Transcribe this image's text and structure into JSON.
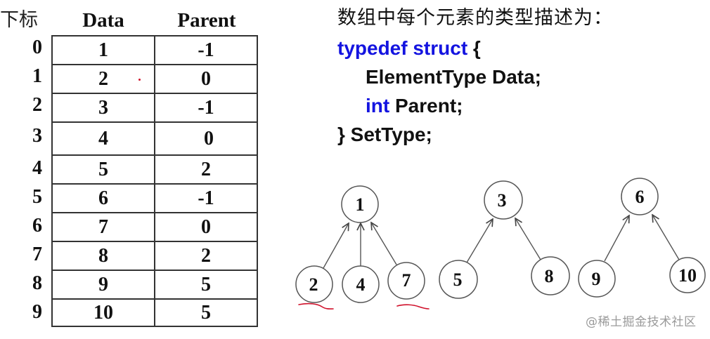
{
  "table": {
    "headers": {
      "index": "下标",
      "data": "Data",
      "parent": "Parent"
    },
    "rows": [
      {
        "index": "0",
        "data": "1",
        "parent": "-1"
      },
      {
        "index": "1",
        "data": "2",
        "parent": "0"
      },
      {
        "index": "2",
        "data": "3",
        "parent": "-1"
      },
      {
        "index": "3",
        "data": "4",
        "parent": "0"
      },
      {
        "index": "4",
        "data": "5",
        "parent": "2"
      },
      {
        "index": "5",
        "data": "6",
        "parent": "-1"
      },
      {
        "index": "6",
        "data": "7",
        "parent": "0"
      },
      {
        "index": "7",
        "data": "8",
        "parent": "2"
      },
      {
        "index": "8",
        "data": "9",
        "parent": "5"
      },
      {
        "index": "9",
        "data": "10",
        "parent": "5"
      }
    ]
  },
  "code": {
    "caption": "数组中每个元素的类型描述为：",
    "line1_kw": "typedef struct",
    "line1_tx": " {",
    "line2_tx": "ElementType Data;",
    "line3_kw": "int",
    "line3_tx": " Parent;",
    "line4_tx": "} SetType;"
  },
  "trees": [
    {
      "root": "1",
      "children": [
        "2",
        "4",
        "7"
      ]
    },
    {
      "root": "3",
      "children": [
        "5",
        "8"
      ]
    },
    {
      "root": "6",
      "children": [
        "9",
        "10"
      ]
    }
  ],
  "nodes": {
    "n1": "1",
    "n2": "2",
    "n4": "4",
    "n7": "7",
    "n3": "3",
    "n5": "5",
    "n8": "8",
    "n6": "6",
    "n9": "9",
    "n10": "10"
  },
  "colors": {
    "keyword": "#1414e0",
    "annotation": "#d0102a",
    "watermark": "#9a9a9a"
  },
  "watermark": "@稀土掘金技术社区"
}
